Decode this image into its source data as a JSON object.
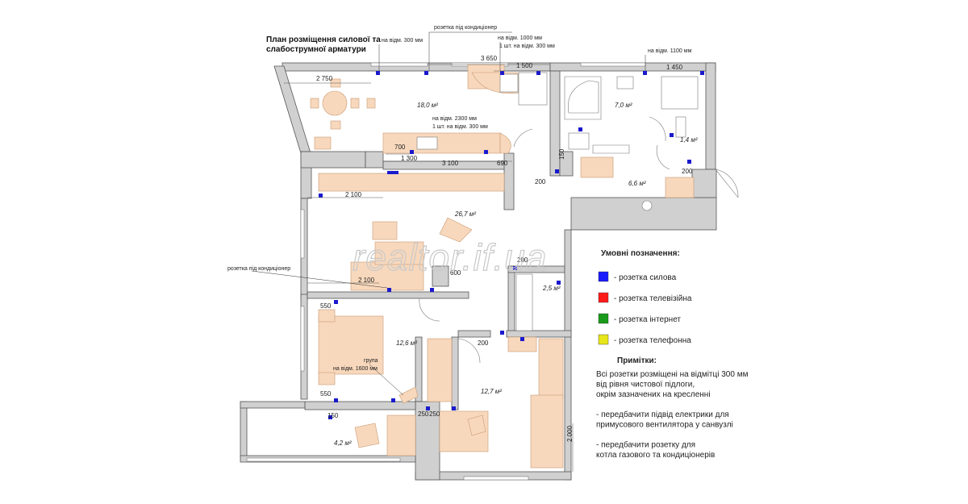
{
  "title": [
    "План розміщення силової та",
    "слабострумної арматури"
  ],
  "watermark": "realtor.if.ua",
  "callouts": {
    "ac_socket_top": "розетка під кондиціонер",
    "ac_socket_left": "розетка під кондиціонер",
    "h300_top": "на відм. 300 мм",
    "h1000": "на відм. 1000 мм",
    "h1000_b": "1 шт. на відм. 300 мм",
    "h1100": "на відм. 1100 мм",
    "h2300": "на відм. 2300 мм",
    "h2300_b": "1 шт. на відм. 300 мм",
    "group": "група",
    "h1600": "на відм. 1600 мм"
  },
  "dimensions": {
    "d3650": "3 650",
    "d1500": "1 500",
    "d1450": "1 450",
    "d2750": "2 750",
    "d700": "700",
    "d1300": "1 300",
    "d3100": "3 100",
    "d690": "690",
    "d150a": "150",
    "d200a": "200",
    "d200b": "200",
    "d2100a": "2 100",
    "d2100b": "2 100",
    "d600": "600",
    "d200c": "200",
    "d550a": "550",
    "d550b": "550",
    "d200d": "200",
    "d150b": "150",
    "d250": "250",
    "d2000": "2 000"
  },
  "rooms": {
    "kitchen": "18,0 м²",
    "bath": "7,0 м²",
    "wc": "1,4 м²",
    "hall": "6,6 м²",
    "living": "26,7 м²",
    "storage": "2,5 м²",
    "bedroom": "12,6 м²",
    "room2": "12,7 м²",
    "balcony": "4,2 м²"
  },
  "legend": {
    "heading": "Умовні позначення:",
    "items": [
      {
        "color": "#1a1aff",
        "label": "- розетка силова"
      },
      {
        "color": "#ff1a1a",
        "label": "- розетка телевізійна"
      },
      {
        "color": "#1a9a1a",
        "label": "- розетка інтернет"
      },
      {
        "color": "#e6e61a",
        "label": "- розетка телефонна"
      }
    ]
  },
  "notes": {
    "heading": "Примітки:",
    "lines": [
      "Всі розетки розміщені на відмітці 300 мм",
      "від рівня чистової підлоги,",
      "окрім зазначених на кресленні",
      "",
      " - передбачити підвід електрики для",
      "примусового вентилятора у санвузлі",
      "",
      " - передбачити розетку для",
      "котла газового та кондиціонерів"
    ]
  }
}
